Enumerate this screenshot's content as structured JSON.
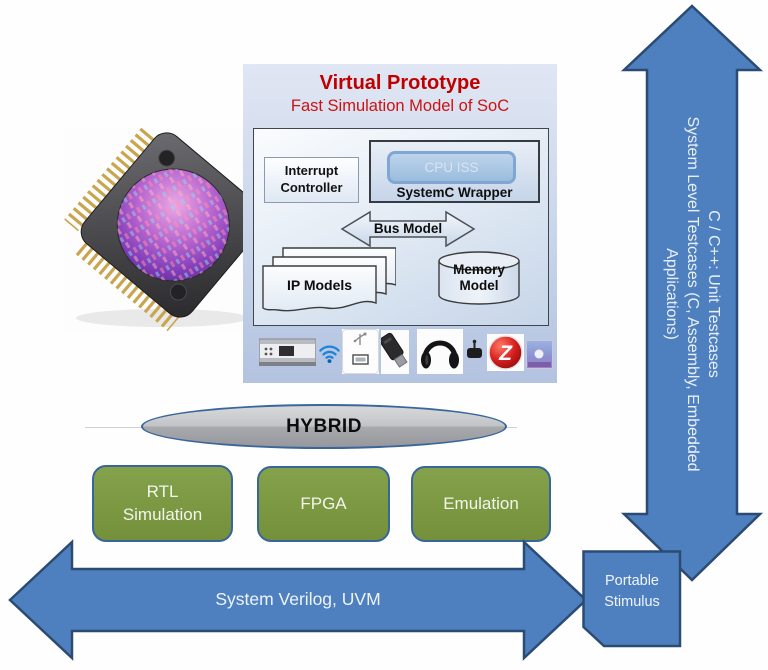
{
  "diagram": {
    "vp": {
      "title": "Virtual Prototype",
      "subtitle": "Fast Simulation Model of SoC",
      "interrupt_controller": "Interrupt\nController",
      "cpu_iss": "CPU ISS",
      "systemc_wrapper": "SystemC Wrapper",
      "bus_model": "Bus Model",
      "ip_models": "IP Models",
      "memory_model": "Memory\nModel",
      "peripheral_icons": [
        "set-top-box",
        "wifi",
        "usb-charger",
        "usb-stick",
        "headphones",
        "rf-dongle",
        "zigbee-logo",
        "media-photo"
      ]
    },
    "hybrid": {
      "label": "HYBRID"
    },
    "platforms": [
      {
        "label": "RTL\nSimulation"
      },
      {
        "label": "FPGA"
      },
      {
        "label": "Emulation"
      }
    ],
    "flows": {
      "system_verilog": "System Verilog, UVM",
      "portable_stimulus": "Portable\nStimulus",
      "c_testcases": "C / C++: Unit Testcases\nSystem Level Testcases (C, Assembly, Embedded\nApplications)"
    },
    "colors": {
      "arrow_blue": "#4e80c0",
      "arrow_border": "#2b4b73",
      "platform_green": "#7b9a43",
      "platform_border": "#38659b",
      "panel_blue": "#c9d7eb",
      "title_red": "#c00000",
      "hybrid_gray": "#a8aaae"
    }
  }
}
